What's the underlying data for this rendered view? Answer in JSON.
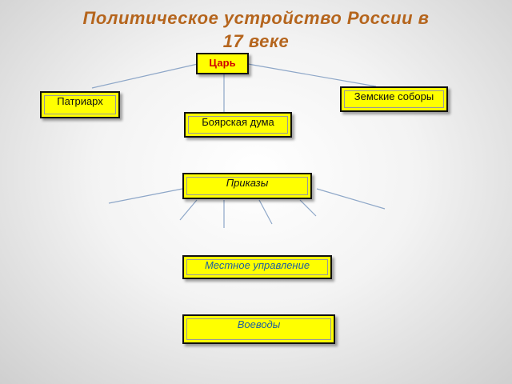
{
  "title": {
    "line1": "Политическое устройство России в",
    "line2": "17 веке"
  },
  "nodes": {
    "tsar": "Царь",
    "patriarch": "Патриарх",
    "zemsky": "Земские соборы",
    "duma": "Боярская дума",
    "prikazy": "Приказы",
    "local": "Местное управление",
    "voevody": "Воеводы"
  },
  "colors": {
    "title": "#b5651d",
    "box_fill": "#ffff00",
    "tsar_text": "#d00000",
    "lower_text": "#1f5fa0",
    "connector": "#8ea7c8"
  }
}
